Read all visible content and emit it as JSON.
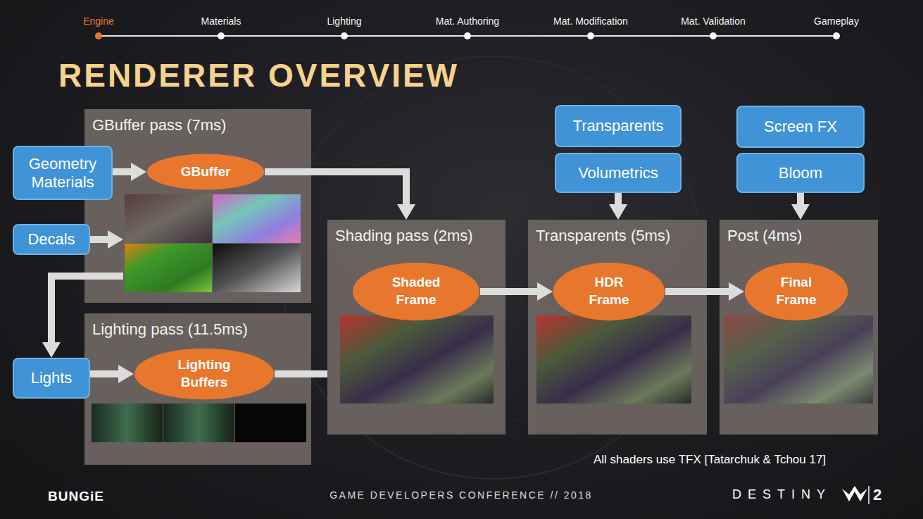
{
  "diagram": {
    "title": "RENDERER OVERVIEW",
    "nodes": [
      {
        "text": [
          "GBuffer pass (7ms)"
        ]
      },
      {
        "text": [
          "Geometry Materials"
        ]
      },
      {
        "text": [
          "GBuffer"
        ],
        "in": 0
      },
      {
        "text": [
          "Decals"
        ]
      },
      {
        "text": [
          "Lighting pass (11.5ms)"
        ]
      },
      {
        "text": [
          "Lights"
        ]
      },
      {
        "text": [
          "Lighting Buffers"
        ],
        "in": 4
      },
      {
        "text": [
          "Shading pass (2ms)"
        ]
      },
      {
        "text": [
          "Shaded Frame"
        ],
        "in": 7
      },
      {
        "text": [
          "Transparents"
        ]
      },
      {
        "text": [
          "Volumetrics"
        ]
      },
      {
        "text": [
          "Transparents (5ms)"
        ]
      },
      {
        "text": [
          "HDR Frame"
        ],
        "in": 11
      },
      {
        "text": [
          "Screen FX"
        ]
      },
      {
        "text": [
          "Bloom"
        ]
      },
      {
        "text": [
          "Post (4ms)"
        ]
      },
      {
        "text": [
          "Final Frame"
        ],
        "in": 15
      }
    ],
    "edges": [
      {
        "from": 1,
        "to": 2,
        "arrow": "to"
      },
      {
        "from": 3,
        "to": 0,
        "arrow": "to"
      },
      {
        "from": 2,
        "to": 7,
        "arrow": "to"
      },
      {
        "from": 0,
        "to": 5,
        "arrow": "to"
      },
      {
        "from": 5,
        "to": 6,
        "arrow": "to"
      },
      {
        "from": 6,
        "to": 7,
        "arrow": "none"
      },
      {
        "from": 8,
        "to": 12,
        "arrow": "to"
      },
      {
        "from": 12,
        "to": 16,
        "arrow": "to"
      },
      {
        "from": 10,
        "to": 11,
        "arrow": "to"
      },
      {
        "from": 14,
        "to": 15,
        "arrow": "to"
      }
    ],
    "labels": [
      "Engine",
      "Materials",
      "Lighting",
      "Mat. Authoring",
      "Mat. Modification",
      "Mat. Validation",
      "Gameplay",
      "All shaders use TFX [Tatarchuk & Tchou 17]",
      "BUNGiE",
      "GAME DEVELOPERS CONFERENCE // 2018",
      "DESTINY",
      "2"
    ]
  }
}
